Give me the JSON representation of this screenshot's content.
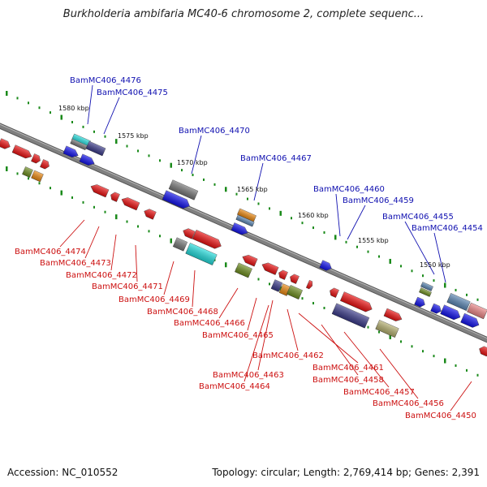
{
  "title": "Burkholderia ambifaria MC40-6 chromosome 2, complete sequenc...",
  "footer": {
    "accession": "Accession: NC_010552",
    "topology": "Topology: circular; Length: 2,769,414 bp; Genes: 2,391"
  },
  "scale_labels": [
    "1580 kbp",
    "1575 kbp",
    "1570 kbp",
    "1565 kbp",
    "1560 kbp",
    "1555 kbp",
    "1550 kbp"
  ],
  "top_labels": [
    "BamMC406_4476",
    "BamMC406_4475",
    "BamMC406_4470",
    "BamMC406_4467",
    "BamMC406_4460",
    "BamMC406_4459",
    "BamMC406_4455",
    "BamMC406_4454"
  ],
  "bottom_labels": [
    "BamMC406_4474",
    "BamMC406_4473",
    "BamMC406_4472",
    "BamMC406_4471",
    "BamMC406_4469",
    "BamMC406_4468",
    "BamMC406_4466",
    "BamMC406_4465",
    "BamMC406_4462",
    "BamMC406_4463",
    "BamMC406_4461",
    "BamMC406_4464",
    "BamMC406_4458",
    "BamMC406_4457",
    "BamMC406_4456",
    "BamMC406_4450"
  ],
  "colors": {
    "top_label": "#1010b0",
    "bottom_label": "#cc1010",
    "backbone": "#808080",
    "scale_dots": "#1a8a1a",
    "gene_red": "#ee1111",
    "gene_blue": "#1111ee",
    "gene_cyan": "#22dddd",
    "gene_navy": "#3a3a8a",
    "gene_olive": "#6f8f1f",
    "gene_orange": "#ee8a11",
    "gene_gray": "#777777",
    "gene_steel": "#5b87b5",
    "gene_khaki": "#b5b070",
    "gene_pink": "#ee8888"
  }
}
